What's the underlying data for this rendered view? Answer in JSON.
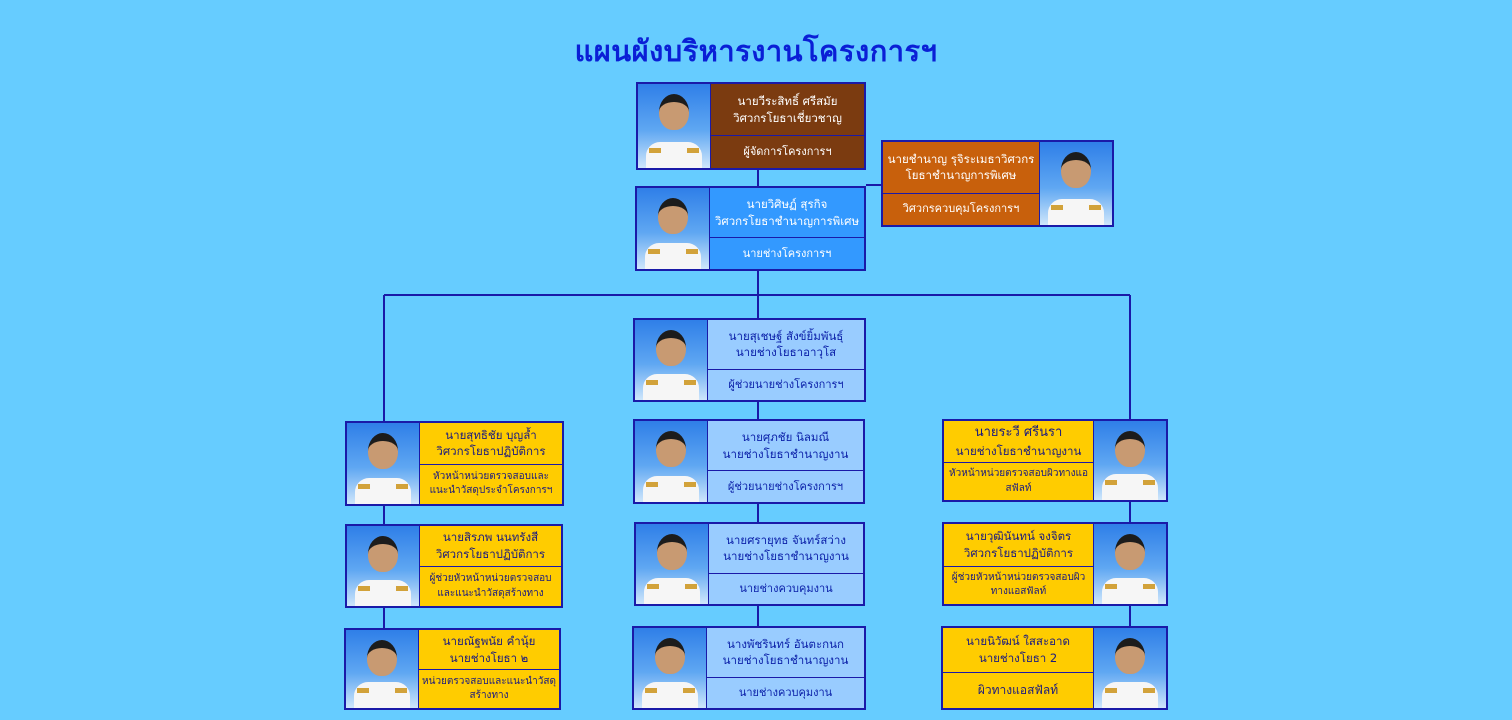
{
  "title": "แผนผังบริหารงานโครงการฯ",
  "colors": {
    "background": "#66ccff",
    "line": "#1a1aa8",
    "brown": "#7b3b10",
    "orange": "#c8600c",
    "blue": "#3399ff",
    "light_blue": "#99ccff",
    "gold": "#ffcc00",
    "title": "#0a1fd6"
  },
  "cards": [
    {
      "name": "นายวีระสิทธิ์ ศรีสมัย",
      "position": "วิศวกรโยธาเชี่ยวชาญ",
      "role": "ผู้จัดการโครงการฯ"
    },
    {
      "name": "นายชำนาญ รุจิระเมธาวิศวกร",
      "position": "โยธาชำนาญการพิเศษ",
      "role": "วิศวกรควบคุมโครงการฯ"
    },
    {
      "name": "นายวิศิษฏ์ สุรกิจ",
      "position": "วิศวกรโยธาชำนาญการพิเศษ",
      "role": "นายช่างโครงการฯ"
    },
    {
      "name": "นายสุเชษฐ์ สังข์ยิ้มพันธุ์",
      "position": "นายช่างโยธาอาวุโส",
      "role": "ผู้ช่วยนายช่างโครงการฯ"
    },
    {
      "name": "นายสุทธิชัย บุญล้ำ",
      "position": "วิศวกรโยธาปฏิบัติการ",
      "role": "หัวหน้าหน่วยตรวจสอบและแนะนำวัสดุประจำโครงการฯ"
    },
    {
      "name": "นายศุภชัย นิลมณี",
      "position": "นายช่างโยธาชำนาญงาน",
      "role": "ผู้ช่วยนายช่างโครงการฯ"
    },
    {
      "name": "นายระวี ศรีนรา",
      "position": "นายช่างโยธาชำนาญงาน",
      "role": "หัวหน้าหน่วยตรวจสอบผิวทางแอสฟัลท์"
    },
    {
      "name": "นายสิรภพ นนทรังสี",
      "position": "วิศวกรโยธาปฏิบัติการ",
      "role": "ผู้ช่วยหัวหน้าหน่วยตรวจสอบและแนะนำวัสดุสร้างทาง"
    },
    {
      "name": "นายศรายุทธ จันทร์สว่าง",
      "position": "นายช่างโยธาชำนาญงาน",
      "role": "นายช่างควบคุมงาน"
    },
    {
      "name": "นายวุฒินันทน์ จงจิตร",
      "position": "วิศวกรโยธาปฏิบัติการ",
      "role": "ผู้ช่วยหัวหน้าหน่วยตรวจสอบผิวทางแอสฟัลท์"
    },
    {
      "name": "นายณัฐพนัย คำนุ้ย",
      "position": "นายช่างโยธา ๒",
      "role": "หน่วยตรวจสอบและแนะนำวัสดุสร้างทาง"
    },
    {
      "name": "นางพัชรินทร์ อันตะกนก",
      "position": "นายช่างโยธาชำนาญงาน",
      "role": "นายช่างควบคุมงาน"
    },
    {
      "name": "นายนิวัฒน์ ใสสะอาด",
      "position": "นายช่างโยธา 2",
      "role": "ผิวทางแอสฟัลท์"
    }
  ]
}
